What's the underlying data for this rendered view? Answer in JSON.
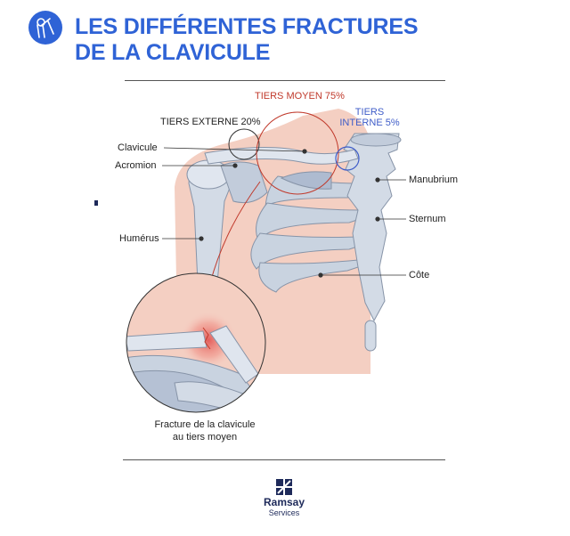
{
  "header": {
    "title_line1": "LES DIFFÉRENTES FRACTURES",
    "title_line2": "DE LA CLAVICULE",
    "badge_icon": "shoulder-bone-icon"
  },
  "regions": {
    "middle": "TIERS MOYEN 75%",
    "external": "TIERS EXTERNE 20%",
    "internal_line1": "TIERS",
    "internal_line2": "INTERNE 5%"
  },
  "labels": {
    "clavicule": "Clavicule",
    "acromion": "Acromion",
    "humerus": "Humérus",
    "manubrium": "Manubrium",
    "sternum": "Sternum",
    "cote": "Côte"
  },
  "caption": {
    "line1": "Fracture de la clavicule",
    "line2": "au tiers moyen"
  },
  "brand": {
    "name": "Ramsay",
    "sub": "Services"
  },
  "colors": {
    "accent": "#2f63d6",
    "middle_third": "#c0392b",
    "internal_third": "#3e5cc8",
    "skin": "#f4cfc2",
    "bone": "#c9d3e0"
  }
}
